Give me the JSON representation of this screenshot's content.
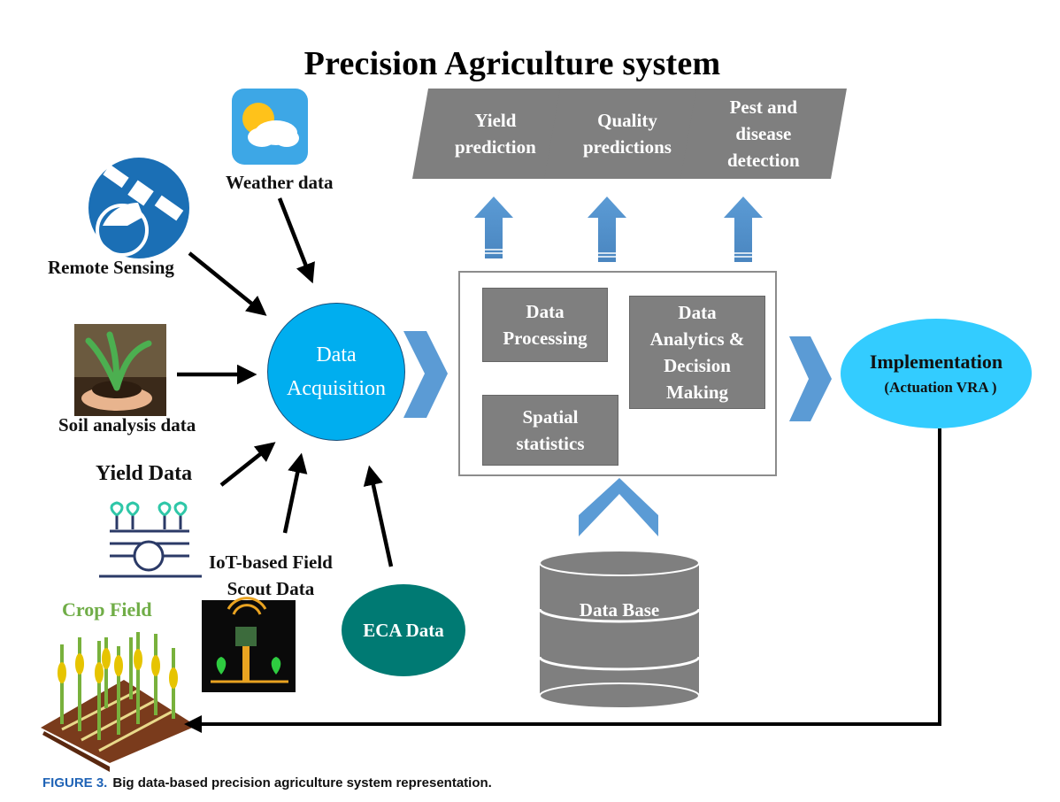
{
  "title": "Precision Agriculture system",
  "sources": {
    "weather": "Weather data",
    "remote_sensing": "Remote Sensing",
    "soil": "Soil analysis data",
    "yield": "Yield Data",
    "iot": "IoT-based Field\nScout Data",
    "eca": "ECA Data",
    "crop_field": "Crop Field"
  },
  "acquisition": {
    "line1": "Data",
    "line2": "Acquisition"
  },
  "processing": {
    "data_processing": "Data\nProcessing",
    "spatial_statistics": "Spatial\nstatistics",
    "analytics": "Data\nAnalytics &\nDecision\nMaking"
  },
  "outputs": {
    "yield_prediction": "Yield\nprediction",
    "quality_predictions": "Quality\npredictions",
    "pest_detection": "Pest and\ndisease\ndetection"
  },
  "database": "Data Base",
  "implementation": {
    "line1": "Implementation",
    "line2": "(Actuation VRA )"
  },
  "caption": {
    "figure": "FIGURE 3.",
    "text": "Big data-based precision agriculture system representation."
  },
  "colors": {
    "acquisition": "#00aeef",
    "implementation": "#33ccff",
    "eca": "#007a73",
    "gray_box": "#7f7f7f",
    "blue_arrow": "#5b9bd5",
    "crop_label": "#70ad47",
    "caption_figure": "#1f63b6"
  }
}
